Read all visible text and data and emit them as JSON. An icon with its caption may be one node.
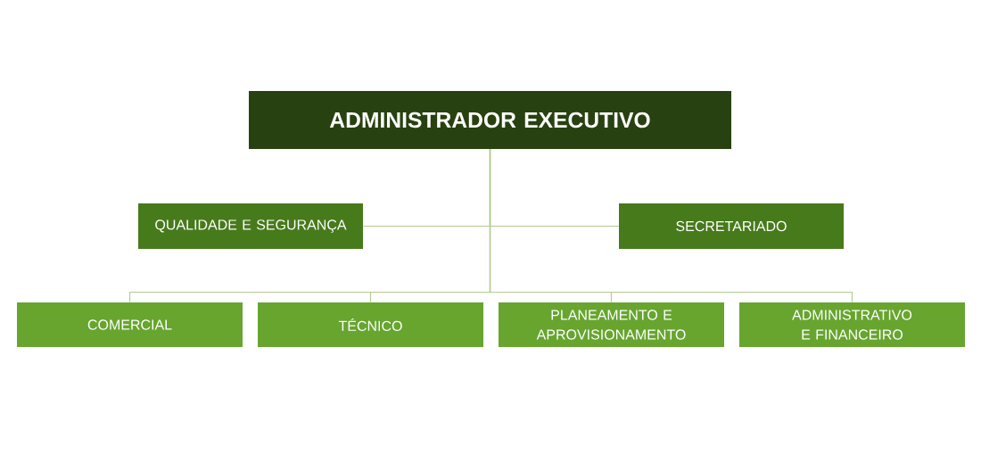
{
  "diagram": {
    "nodes": [
      {
        "text": [
          "ADMINISTRADOR EXECUTIVO"
        ]
      },
      {
        "text": [
          "QUALIDADE E SEGURANÇA"
        ]
      },
      {
        "text": [
          "SECRETARIADO"
        ]
      },
      {
        "text": [
          "COMERCIAL"
        ]
      },
      {
        "text": [
          "TÉCNICO"
        ]
      },
      {
        "text": [
          "PLANEAMENTO E APROVISIONAMENTO"
        ]
      },
      {
        "text": [
          "ADMINISTRATIVO E FINANCEIRO"
        ]
      }
    ],
    "edges": [
      {
        "from": 0,
        "to": 1,
        "arrow": "none"
      },
      {
        "from": 0,
        "to": 2,
        "arrow": "none"
      },
      {
        "from": 0,
        "to": 3,
        "arrow": "none"
      },
      {
        "from": 0,
        "to": 4,
        "arrow": "none"
      },
      {
        "from": 0,
        "to": 5,
        "arrow": "none"
      },
      {
        "from": 0,
        "to": 6,
        "arrow": "none"
      }
    ]
  }
}
